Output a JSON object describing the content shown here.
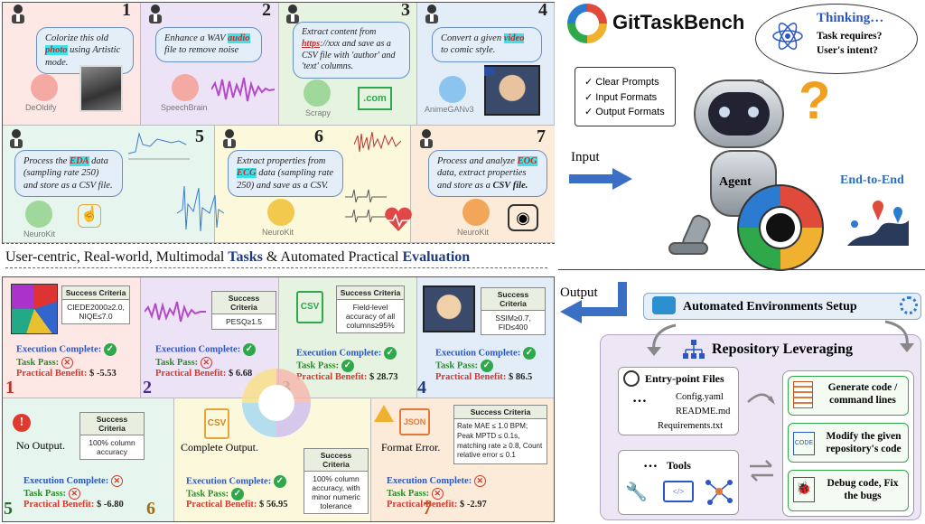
{
  "top_tasks": [
    {
      "num": "1",
      "text_pre": "Colorize this old ",
      "hl": "photo",
      "text_post": " using Artistic mode.",
      "tool": "DeOldify"
    },
    {
      "num": "2",
      "text_pre": "Enhance a WAV ",
      "hl": "audio",
      "text_post": " file to remove noise",
      "tool": "SpeechBrain"
    },
    {
      "num": "3",
      "text_pre": "Extract content from ",
      "hl": "https",
      "text_post": "://xxx and save as a CSV file with 'author' and 'text' columns.",
      "tool": "Scrapy",
      "extra": ".com"
    },
    {
      "num": "4",
      "text_pre": "Convert a given ",
      "hl": "video",
      "text_post": " to comic style.",
      "tool": "AnimeGANv3"
    },
    {
      "num": "5",
      "text_pre": "Process the ",
      "hl": "EDA",
      "text_post": " data (sampling rate 250) and store as a CSV file.",
      "tool": "NeuroKit"
    },
    {
      "num": "6",
      "text_pre": "Extract properties from ",
      "hl": "ECG",
      "text_post": " data (sampling rate 250) and save as a CSV.",
      "tool": "NeuroKit"
    },
    {
      "num": "7",
      "text_pre": "Process and analyze ",
      "hl": "EOG",
      "text_post": " data, extract properties and store as a ",
      "bold": "CSV file.",
      "tool": "NeuroKit"
    }
  ],
  "title": {
    "name": "GitTaskBench",
    "caption_pre": "User-centric, Real-world, Multimodal ",
    "caption_b1": "Tasks",
    "caption_mid": " & Automated Practical ",
    "caption_b2": "Evaluation"
  },
  "thinking": {
    "head": "Thinking…",
    "l1": "Task requires?",
    "l2": "User's intent?"
  },
  "scroll": {
    "items": [
      "Clear Prompts",
      "Input Formats",
      "Output Formats"
    ]
  },
  "labels": {
    "input": "Input",
    "output": "Output",
    "agent": "Agent",
    "e2e": "End-to-End",
    "env": "Automated Environments Setup",
    "repo": "Repository Leveraging"
  },
  "entry": {
    "title": "Entry-point Files",
    "files": [
      "Config.yaml",
      "README.md",
      "Requirements.txt"
    ],
    "dots": "…"
  },
  "tools_box": {
    "title": "Tools",
    "dots": "…"
  },
  "actions": [
    "Generate code / command lines",
    "Modify the given repository's code",
    "Debug code, Fix the bugs"
  ],
  "results_top": [
    {
      "num": "1",
      "crit_head": "Success Criteria",
      "crit": "CIEDE2000≥2.0, NIQE≤7.0",
      "exec": "Execution Complete:",
      "exec_ok": true,
      "pass": "Task Pass:",
      "pass_ok": false,
      "ben": "Practical Benefit:",
      "val": "$ -5.53"
    },
    {
      "num": "2",
      "crit_head": "Success Criteria",
      "crit": "PESQ≥1.5",
      "exec": "Execution Complete:",
      "exec_ok": true,
      "pass": "Task Pass:",
      "pass_ok": false,
      "ben": "Practical Benefit:",
      "val": "$ 6.68"
    },
    {
      "num": "3",
      "crit_head": "Success Criteria",
      "crit": "Field-level accuracy of all columns≥95%",
      "exec": "Execution Complete:",
      "exec_ok": true,
      "pass": "Task Pass:",
      "pass_ok": true,
      "ben": "Practical Benefit:",
      "val": "$ 28.73"
    },
    {
      "num": "4",
      "crit_head": "Success Criteria",
      "crit": "SSIM≥0.7, FID≤400",
      "exec": "Execution Complete:",
      "exec_ok": true,
      "pass": "Task Pass:",
      "pass_ok": true,
      "ben": "Practical Benefit:",
      "val": "$ 86.5"
    }
  ],
  "results_bottom": [
    {
      "num": "5",
      "status": "No Output.",
      "crit_head": "Success Criteria",
      "crit": "100% column accuracy",
      "exec": "Execution Complete:",
      "exec_ok": false,
      "pass": "Task Pass:",
      "pass_ok": false,
      "ben": "Practical Benefit:",
      "val": "$ -6.80"
    },
    {
      "num": "6",
      "status": "Complete Output.",
      "crit_head": "Success Criteria",
      "crit": "100% column accuracy, with minor numeric tolerance",
      "exec": "Execution Complete:",
      "exec_ok": true,
      "pass": "Task Pass:",
      "pass_ok": true,
      "ben": "Practical Benefit:",
      "val": "$ 56.95"
    },
    {
      "num": "7",
      "status": "Format Error.",
      "crit_head": "Success Criteria",
      "crit": "Rate MAE ≤ 1.0 BPM; Peak MPTD ≤ 0.1s, matching rate ≥ 0.8, Count relative error ≤ 0.1",
      "exec": "Execution Complete:",
      "exec_ok": false,
      "pass": "Task Pass:",
      "pass_ok": false,
      "ben": "Practical Benefit:",
      "val": "$ -2.97"
    }
  ],
  "file_icons": {
    "csv": "CSV",
    "json": "JSON"
  }
}
